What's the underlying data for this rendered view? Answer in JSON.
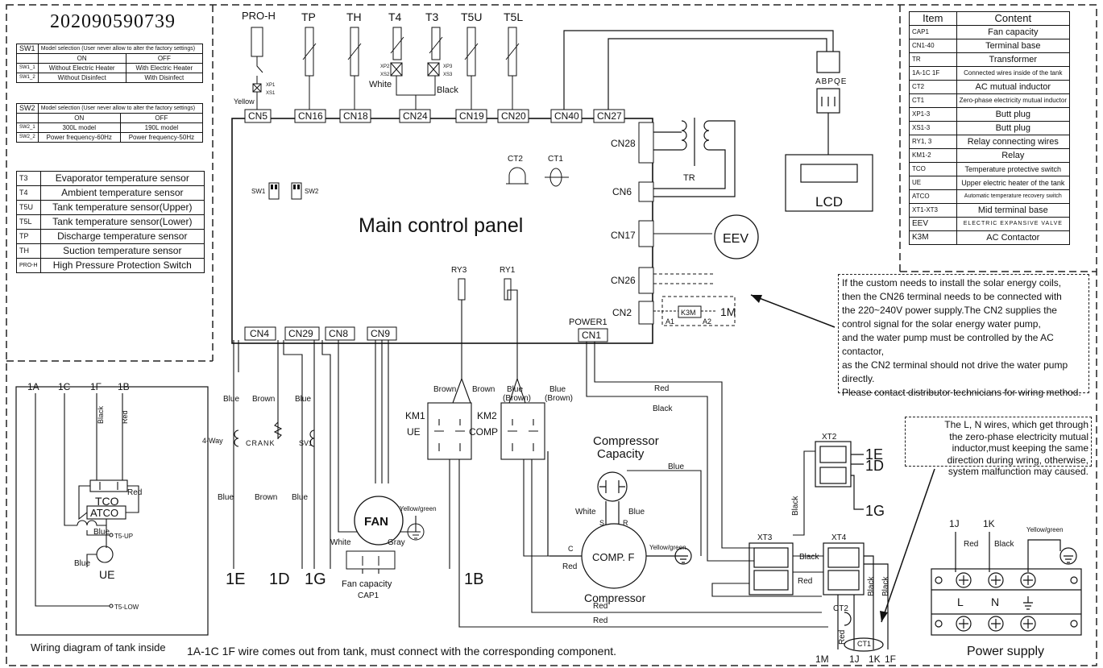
{
  "serial": "202090590739",
  "sw1": {
    "name": "SW1",
    "heading": "Model selection (User never allow to alter the factory settings)",
    "on": "ON",
    "off": "OFF",
    "rows": [
      {
        "id": "SW1_1",
        "on": "Without Electric Heater",
        "off": "With Electric Heater"
      },
      {
        "id": "SW1_2",
        "on": "Without Disinfect",
        "off": "With Disinfect"
      }
    ]
  },
  "sw2": {
    "name": "SW2",
    "heading": "Model selection (User never allow to alter the factory settings)",
    "on": "ON",
    "off": "OFF",
    "rows": [
      {
        "id": "SW2_1",
        "on": "300L model",
        "off": "190L model"
      },
      {
        "id": "SW2_2",
        "on": "Power frequency-60Hz",
        "off": "Power frequency-50Hz"
      }
    ]
  },
  "sensors": [
    {
      "code": "T3",
      "desc": "Evaporator temperature sensor"
    },
    {
      "code": "T4",
      "desc": "Ambient temperature sensor"
    },
    {
      "code": "T5U",
      "desc": "Tank temperature sensor(Upper)"
    },
    {
      "code": "T5L",
      "desc": "Tank temperature sensor(Lower)"
    },
    {
      "code": "TP",
      "desc": "Discharge temperature sensor"
    },
    {
      "code": "TH",
      "desc": "Suction  temperature sensor"
    },
    {
      "code": "PRO-H",
      "desc": "High Pressure Protection Switch"
    }
  ],
  "legend": {
    "header_item": "Item",
    "header_content": "Content",
    "rows": [
      {
        "item": "CAP1",
        "content": "Fan capacity"
      },
      {
        "item": "CN1-40",
        "content": "Terminal base"
      },
      {
        "item": "TR",
        "content": "Transformer"
      },
      {
        "item": "1A-1C  1F",
        "content": "Connected wires inside of the tank"
      },
      {
        "item": "CT2",
        "content": "AC mutual inductor"
      },
      {
        "item": "CT1",
        "content": "Zero-phase electricity mutual inductor"
      },
      {
        "item": "XP1-3",
        "content": "Butt plug"
      },
      {
        "item": "XS1-3",
        "content": "Butt plug"
      },
      {
        "item": "RY1, 3",
        "content": "Relay connecting wires"
      },
      {
        "item": "KM1-2",
        "content": "Relay"
      },
      {
        "item": "TCO",
        "content": "Temperature protective switch"
      },
      {
        "item": "UE",
        "content": "Upper electric heater of the tank"
      },
      {
        "item": "ATCO",
        "content": "Automatic temperature recovery switch"
      },
      {
        "item": "XT1-XT3",
        "content": "Mid terminal base"
      },
      {
        "item": "EEV",
        "content": "ELECTRIC EXPANSIVE VALVE"
      },
      {
        "item": "K3M",
        "content": "AC Contactor"
      }
    ]
  },
  "sensor_labels": {
    "proh": "PRO-H",
    "tp": "TP",
    "th": "TH",
    "t4": "T4",
    "t3": "T3",
    "t5u": "T5U",
    "t5l": "T5L"
  },
  "plugs": {
    "xp1": "XP1",
    "xs1": "XS1",
    "xp2": "XP2",
    "xs2": "XS2",
    "xp3": "XP3",
    "xs3": "XS3"
  },
  "connectors_top": [
    "CN5",
    "CN16",
    "CN18",
    "CN24",
    "CN19",
    "CN20",
    "CN40",
    "CN27"
  ],
  "connectors_right": [
    "CN28",
    "CN6",
    "CN17",
    "CN26",
    "CN2"
  ],
  "connectors_bottom": [
    "CN4",
    "CN29",
    "CN8",
    "CN9",
    "CN1"
  ],
  "board": {
    "title": "Main control panel",
    "sw1": "SW1",
    "sw2": "SW2",
    "ct2": "CT2",
    "ct1": "CT1",
    "ry3": "RY3",
    "ry1": "RY1",
    "power1": "POWER1"
  },
  "components": {
    "tr": "TR",
    "lcd": "LCD",
    "lcd_pins": "ABPQE",
    "eev": "EEV",
    "k3m": "K3M",
    "a1": "A1",
    "a2": "A2",
    "onem": "1M",
    "fan": "FAN",
    "fan_cap": "Fan capacity",
    "cap1": "CAP1",
    "comp": "COMP. F",
    "compressor": "Compressor",
    "comp_cap_1": "Compressor",
    "comp_cap_2": "Capacity",
    "km1": "KM1",
    "ue_relay": "UE",
    "km2": "KM2",
    "comp_relay": "COMP",
    "xt2": "XT2",
    "xt3": "XT3",
    "xt4": "XT4",
    "ct2": "CT2",
    "ct1": "CT1",
    "fourway": "4-Way",
    "crank": "CRANK",
    "sv1": "SV1",
    "s": "S",
    "r": "R",
    "c": "C"
  },
  "wire_colors": {
    "yellow": "Yellow",
    "white": "White",
    "black": "Black",
    "blue": "Blue",
    "brown": "Brown",
    "red": "Red",
    "gray": "Gray",
    "yellow_green": "Yellow/green",
    "blue_brown": "Blue",
    "brown_paren": "(Brown)"
  },
  "terminals": {
    "e1": "1E",
    "d1": "1D",
    "g1": "1G",
    "b1": "1B",
    "a1": "1A",
    "c1": "1C",
    "f1": "1F",
    "j1": "1J",
    "k1": "1K",
    "m1": "1M"
  },
  "tank": {
    "caption": "Wiring diagram of tank inside",
    "tco": "TCO",
    "atco": "ATCO",
    "ue": "UE",
    "t5up": "T5-UP",
    "t5low": "T5-LOW"
  },
  "power": {
    "caption": "Power supply",
    "l": "L",
    "n": "N"
  },
  "notes": {
    "solar": [
      "If the custom needs to install the solar energy coils,",
      "then the CN26 terminal needs to be connected with",
      "the 220~240V power supply.The CN2 supplies the",
      "control signal for the solar energy water pump,",
      "and the water pump must be controlled by the AC contactor,",
      "as the CN2 terminal should not drive the water pump directly.",
      "Please contact  distributor technicians for wiring  method."
    ],
    "ln": [
      "The L, N wires, which get through",
      "the zero-phase electricity mutual",
      "inductor,must keeping the same",
      "direction during wring, otherwise,",
      "system malfunction may caused."
    ],
    "bottom": "1A-1C  1F wire comes out from tank, must connect with the corresponding component."
  }
}
